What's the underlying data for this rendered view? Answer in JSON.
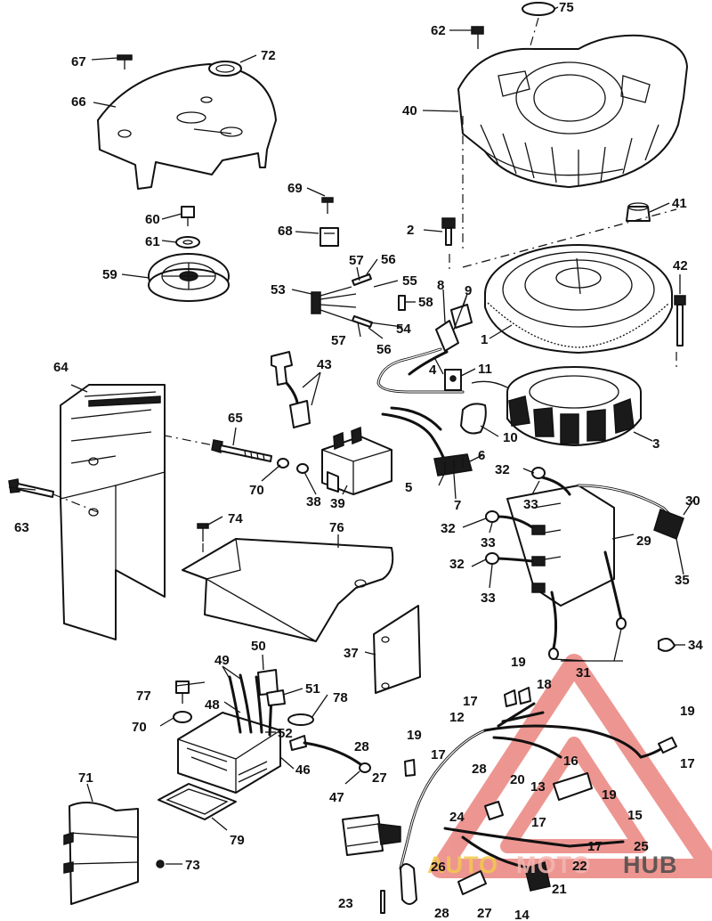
{
  "callouts": {
    "c1": "1",
    "c2": "2",
    "c3": "3",
    "c4": "4",
    "c5": "5",
    "c6": "6",
    "c7": "7",
    "c8": "8",
    "c9": "9",
    "c10": "10",
    "c11": "11",
    "c12": "12",
    "c13": "13",
    "c14": "14",
    "c15": "15",
    "c16": "16",
    "c17a": "17",
    "c17b": "17",
    "c17c": "17",
    "c17d": "17",
    "c17e": "17",
    "c18": "18",
    "c19a": "19",
    "c19b": "19",
    "c19c": "19",
    "c19d": "19",
    "c20": "20",
    "c21": "21",
    "c22": "22",
    "c23": "23",
    "c24": "24",
    "c25": "25",
    "c26": "26",
    "c27a": "27",
    "c27b": "27",
    "c28a": "28",
    "c28b": "28",
    "c28c": "28",
    "c29": "29",
    "c30": "30",
    "c31": "31",
    "c32a": "32",
    "c32b": "32",
    "c32c": "32",
    "c33a": "33",
    "c33b": "33",
    "c33c": "33",
    "c34": "34",
    "c35": "35",
    "c37": "37",
    "c38": "38",
    "c39": "39",
    "c40": "40",
    "c41": "41",
    "c42": "42",
    "c43": "43",
    "c46": "46",
    "c47": "47",
    "c48": "48",
    "c49": "49",
    "c50": "50",
    "c51": "51",
    "c52": "52",
    "c53": "53",
    "c54": "54",
    "c55": "55",
    "c56a": "56",
    "c56b": "56",
    "c57a": "57",
    "c57b": "57",
    "c58": "58",
    "c59": "59",
    "c60": "60",
    "c61": "61",
    "c62": "62",
    "c63": "63",
    "c64": "64",
    "c65": "65",
    "c66": "66",
    "c67": "67",
    "c68": "68",
    "c69": "69",
    "c70a": "70",
    "c70b": "70",
    "c71": "71",
    "c72": "72",
    "c73": "73",
    "c74": "74",
    "c75": "75",
    "c76": "76",
    "c77": "77",
    "c78": "78",
    "c79": "79"
  },
  "watermark": {
    "text_auto": "AUTO",
    "text_moto": "MOTO",
    "text_hub": "HUB",
    "color_triangle": "#e8736d",
    "color_auto": "#f2c94c",
    "color_moto": "#f4b8b4",
    "color_hub": "#4a4a4a"
  }
}
